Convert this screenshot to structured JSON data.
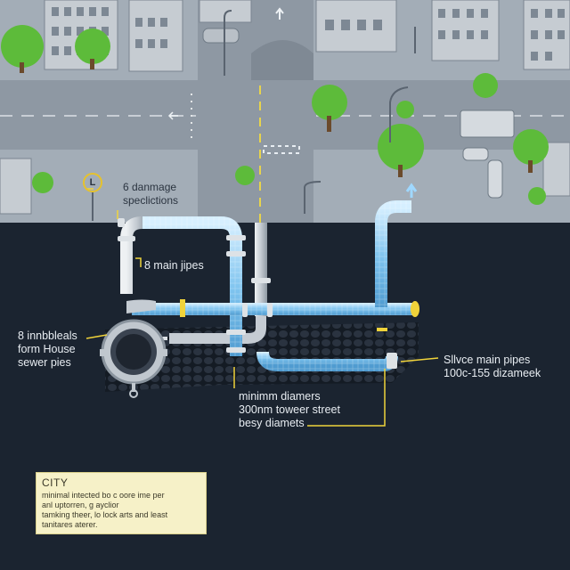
{
  "labels": {
    "damage_spec": [
      "6 danmage",
      "speclictions"
    ],
    "main_pipes": "8 main jipes",
    "house_sewer": [
      "8 innbbleals",
      "form House",
      "sewer pies"
    ],
    "service_main": [
      "Sllvce main pipes",
      "100c-155 dizameek"
    ],
    "diameters": [
      "minimm diamers",
      "300nm toweer street",
      "besy diamets"
    ],
    "street_sign": "L"
  },
  "note": {
    "title": "CITY",
    "lines": [
      "minimal intected bo c oore ime per",
      "anl uptorren, g ayclior",
      "tamking theer, lo lock arts and least",
      "tanitares aterer."
    ]
  },
  "colors": {
    "street_bg": "#a3adb7",
    "road": "#8e98a3",
    "underground": "#1b2430",
    "pipe_blue": "#7fc4ef",
    "pipe_gray": "#c9d0d6",
    "tree": "#5dbb3a",
    "leader": "#f0d33a",
    "note_bg": "#f6f1c8"
  }
}
